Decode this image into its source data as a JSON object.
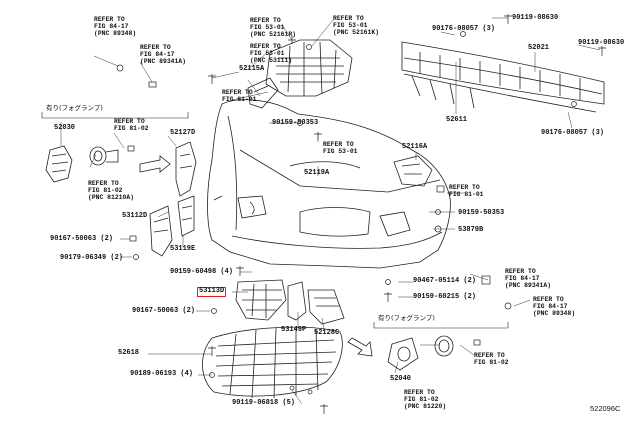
{
  "colors": {
    "highlight": "#e02020",
    "line": "#222222"
  },
  "figure_code": "522096C",
  "parts": [
    {
      "id": "p90119_08630",
      "text": "90119-08630"
    },
    {
      "id": "p90176_08057_a",
      "text": "90176-08057 (3)"
    },
    {
      "id": "p52021",
      "text": "52021"
    },
    {
      "id": "p90119_08630b",
      "text": "90119-08630"
    },
    {
      "id": "p52611",
      "text": "52611"
    },
    {
      "id": "p90176_08057_b",
      "text": "90176-08057 (3)"
    },
    {
      "id": "p52115A",
      "text": "52115A"
    },
    {
      "id": "p52030",
      "text": "52030"
    },
    {
      "id": "p52127D",
      "text": "52127D"
    },
    {
      "id": "p90159_50353a",
      "text": "90159-50353"
    },
    {
      "id": "p52116A",
      "text": "52116A"
    },
    {
      "id": "p52119A",
      "text": "52119A"
    },
    {
      "id": "p90159_50353b",
      "text": "90159-50353"
    },
    {
      "id": "p53112D",
      "text": "53112D"
    },
    {
      "id": "p90167_50063a",
      "text": "90167-50063 (2)"
    },
    {
      "id": "p53879B",
      "text": "53879B"
    },
    {
      "id": "p53119E",
      "text": "53119E"
    },
    {
      "id": "p90179_06349",
      "text": "90179-06349 (2)"
    },
    {
      "id": "p90159_60498",
      "text": "90159-60498 (4)"
    },
    {
      "id": "p90467_05114",
      "text": "90467-05114 (2)"
    },
    {
      "id": "p90159_60215",
      "text": "90159-60215 (2)"
    },
    {
      "id": "p53113D",
      "text": "53113D"
    },
    {
      "id": "p90167_50063b",
      "text": "90167-50063 (2)"
    },
    {
      "id": "p53149P",
      "text": "53149P"
    },
    {
      "id": "p52128C",
      "text": "52128C"
    },
    {
      "id": "p52618",
      "text": "52618"
    },
    {
      "id": "p90189_06193",
      "text": "90189-06193 (4)"
    },
    {
      "id": "p52040",
      "text": "52040"
    },
    {
      "id": "p90119_06818",
      "text": "90119-06818 (5)"
    }
  ],
  "refs": [
    {
      "id": "r1",
      "text": "REFER TO\nFIG 84-17\n(PNC 89348)"
    },
    {
      "id": "r2",
      "text": "REFER TO\nFIG 84-17\n(PNC 89341A)"
    },
    {
      "id": "r3",
      "text": "REFER TO\nFIG 53-01\n(PNC 52161R)"
    },
    {
      "id": "r4",
      "text": "REFER TO\nFIG 53-01\n(PNC 53111)"
    },
    {
      "id": "r5",
      "text": "REFER TO\nFIG 53-01\n(PNC 52161K)"
    },
    {
      "id": "r6",
      "text": "REFER TO\nFIG 81-01"
    },
    {
      "id": "r7",
      "text": "REFER TO\nFIG 81-02"
    },
    {
      "id": "r8",
      "text": "REFER TO\nFIG 81-02\n(PNC 81210A)"
    },
    {
      "id": "r9",
      "text": "REFER TO\nFIG 53-01"
    },
    {
      "id": "r10",
      "text": "REFER TO\nFIG 81-01"
    },
    {
      "id": "r11",
      "text": "REFER TO\nFIG 84-17\n(PNC 89341A)"
    },
    {
      "id": "r12",
      "text": "REFER TO\nFIG 84-17\n(PNC 89348)"
    },
    {
      "id": "r13",
      "text": "REFER TO\nFIG 81-02"
    },
    {
      "id": "r14",
      "text": "REFER TO\nFIG 81-02\n(PNC 81220)"
    }
  ],
  "notes": [
    {
      "id": "n1",
      "text": "有り(フォグランプ)"
    },
    {
      "id": "n2",
      "text": "有り(フォグランプ)"
    }
  ]
}
